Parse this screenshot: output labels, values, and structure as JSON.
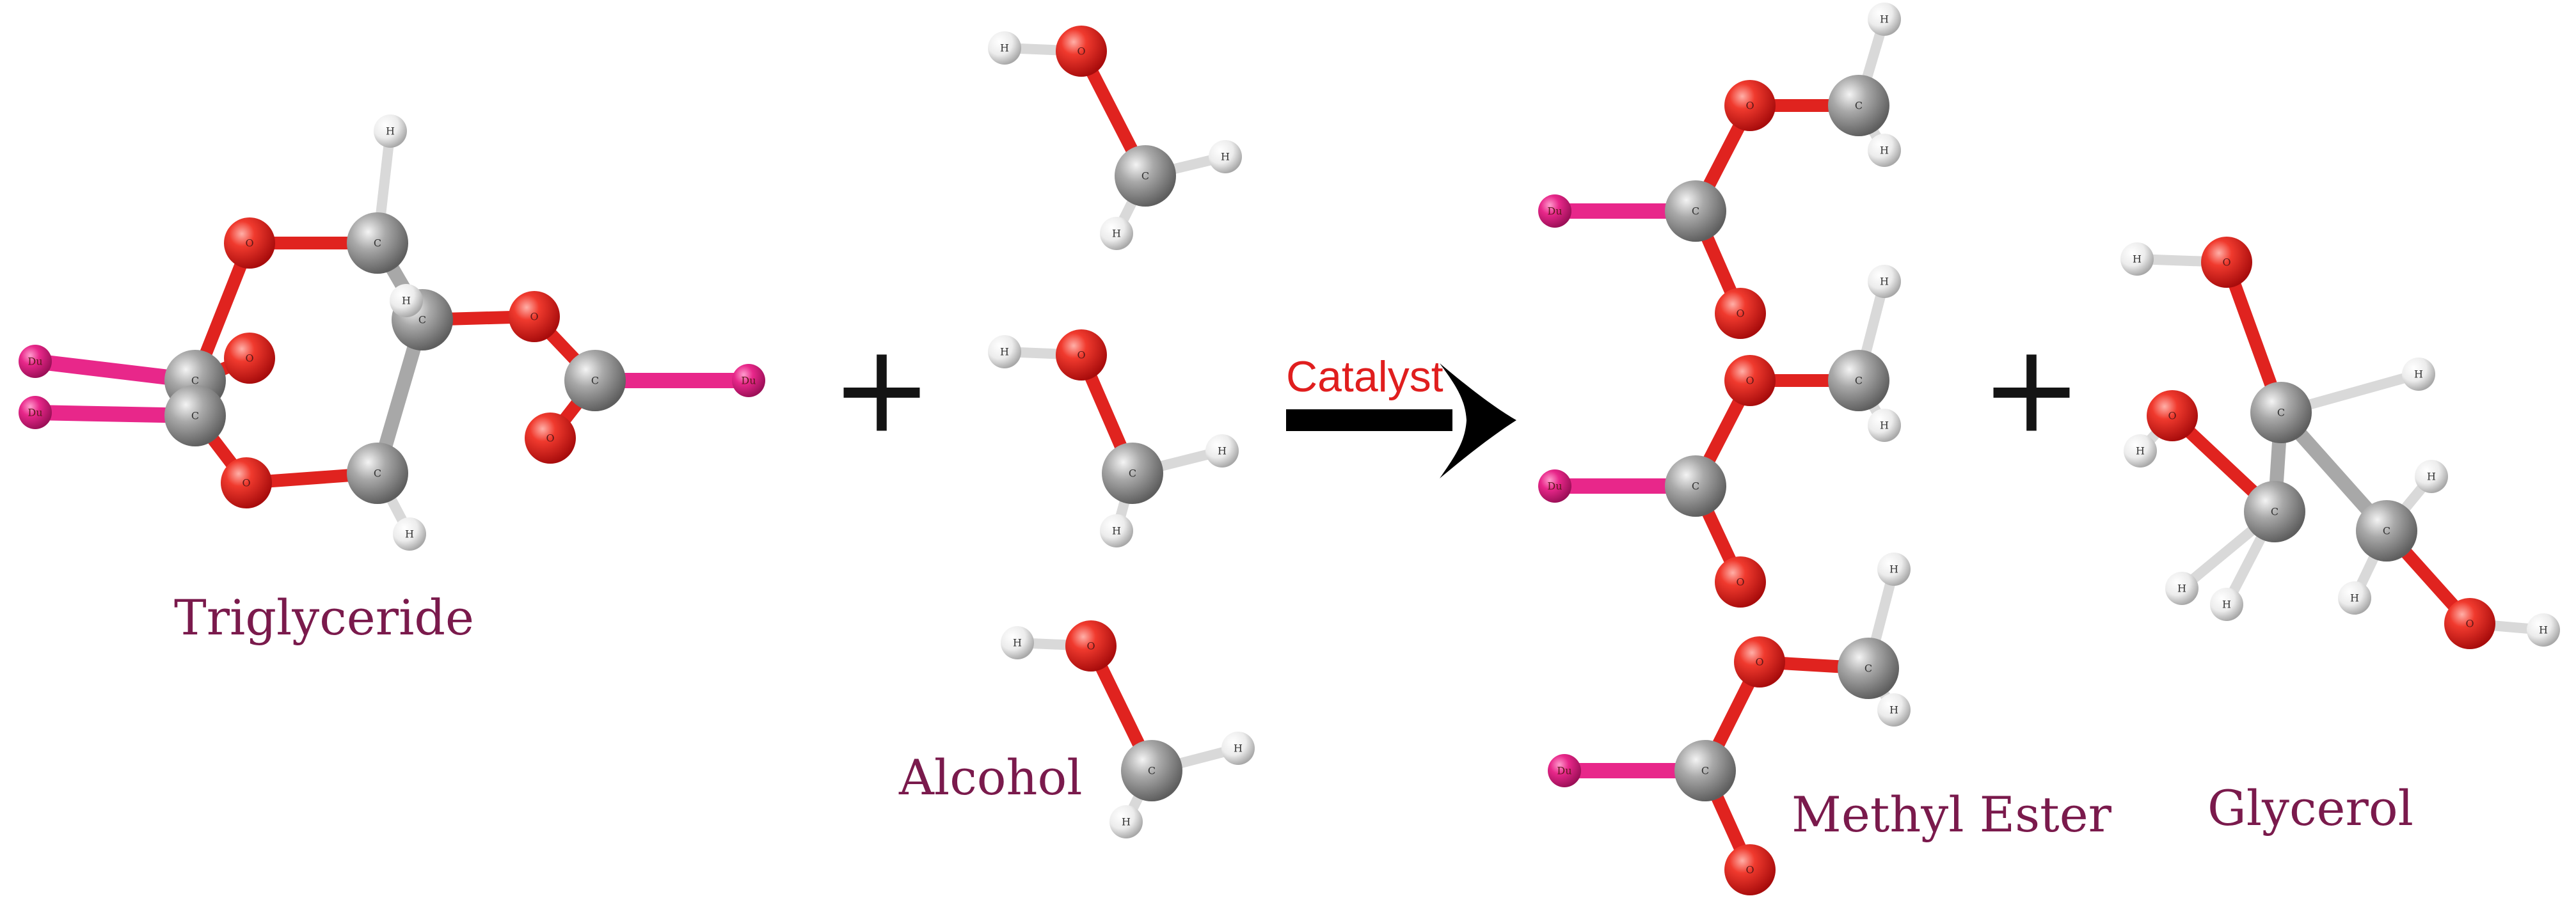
{
  "colors": {
    "oxygen": "#e0231f",
    "carbon": "#9a9a9a",
    "hydrogen": "#f2f2f2",
    "residue": "#e8278a",
    "compound_label": "#7a1a4c",
    "catalyst_label": "#e01e1e",
    "arrow": "#000000",
    "plus": "#141414"
  },
  "labels": {
    "triglyceride": "Triglyceride",
    "alcohol": "Alcohol",
    "catalyst": "Catalyst",
    "methyl_ester": "Methyl Ester",
    "glycerol": "Glycerol",
    "plus_1": "+",
    "plus_2": "+"
  },
  "atom_symbols": {
    "oxygen": "O",
    "carbon": "C",
    "hydrogen": "H",
    "residue": "Du"
  }
}
